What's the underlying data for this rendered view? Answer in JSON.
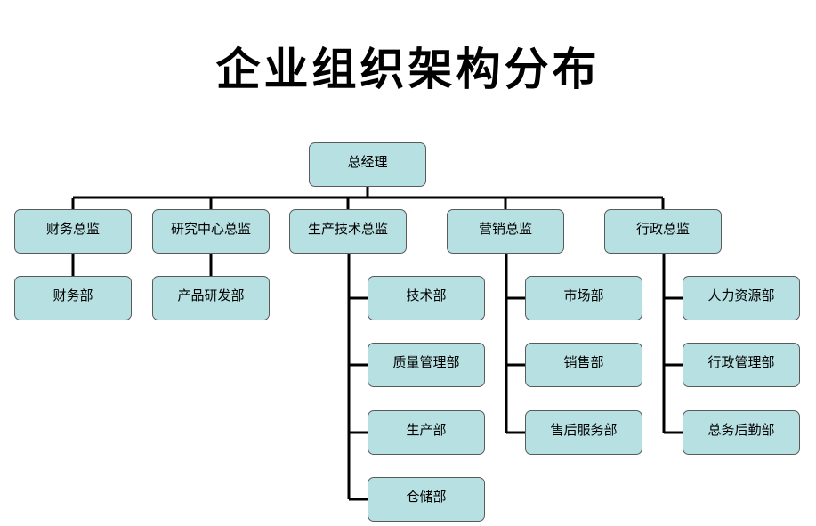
{
  "title": "企业组织架构分布",
  "org": {
    "root": "总经理",
    "directors": [
      {
        "label": "财务总监",
        "departments": [
          "财务部"
        ]
      },
      {
        "label": "研究中心总监",
        "departments": [
          "产品研发部"
        ]
      },
      {
        "label": "生产技术总监",
        "departments": [
          "技术部",
          "质量管理部",
          "生产部",
          "仓储部"
        ]
      },
      {
        "label": "营销总监",
        "departments": [
          "市场部",
          "销售部",
          "售后服务部"
        ]
      },
      {
        "label": "行政总监",
        "departments": [
          "人力资源部",
          "行政管理部",
          "总务后勤部"
        ]
      }
    ]
  },
  "colors": {
    "box_fill": "#b7e0e2",
    "box_border": "#5a5a5a",
    "line": "#000000"
  }
}
